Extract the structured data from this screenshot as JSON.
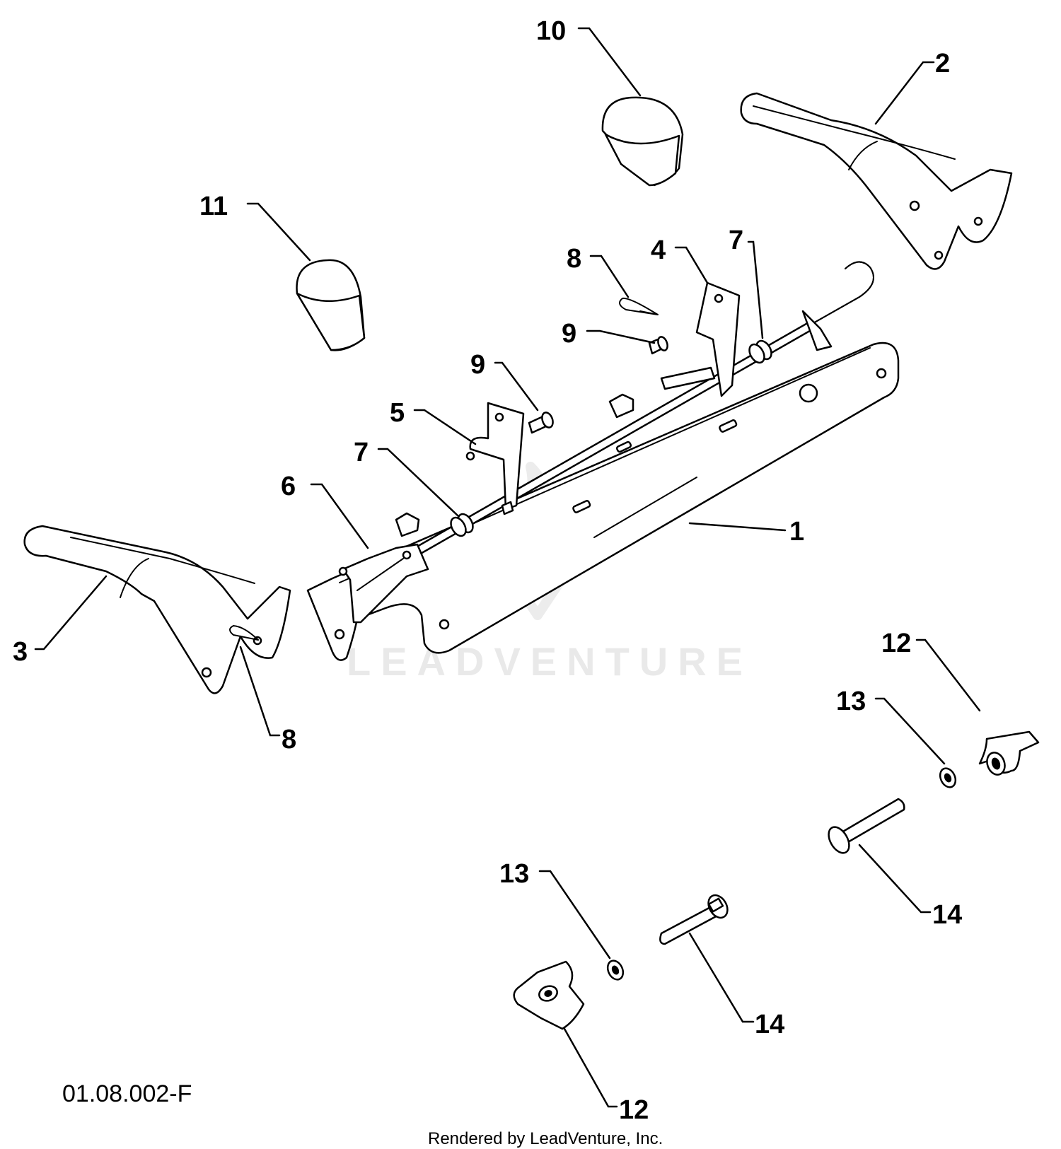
{
  "callouts": [
    {
      "id": "c10",
      "label": "10"
    },
    {
      "id": "c2",
      "label": "2"
    },
    {
      "id": "c11",
      "label": "11"
    },
    {
      "id": "c8a",
      "label": "8"
    },
    {
      "id": "c4",
      "label": "4"
    },
    {
      "id": "c7a",
      "label": "7"
    },
    {
      "id": "c9a",
      "label": "9"
    },
    {
      "id": "c9b",
      "label": "9"
    },
    {
      "id": "c5",
      "label": "5"
    },
    {
      "id": "c7b",
      "label": "7"
    },
    {
      "id": "c6",
      "label": "6"
    },
    {
      "id": "c1",
      "label": "1"
    },
    {
      "id": "c3",
      "label": "3"
    },
    {
      "id": "c8b",
      "label": "8"
    },
    {
      "id": "c12a",
      "label": "12"
    },
    {
      "id": "c13a",
      "label": "13"
    },
    {
      "id": "c14a",
      "label": "14"
    },
    {
      "id": "c13b",
      "label": "13"
    },
    {
      "id": "c14b",
      "label": "14"
    },
    {
      "id": "c12b",
      "label": "12"
    }
  ],
  "diagram_code": "01.08.002-F",
  "watermark": "LEADVENTURE",
  "credit": "Rendered by LeadVenture, Inc."
}
